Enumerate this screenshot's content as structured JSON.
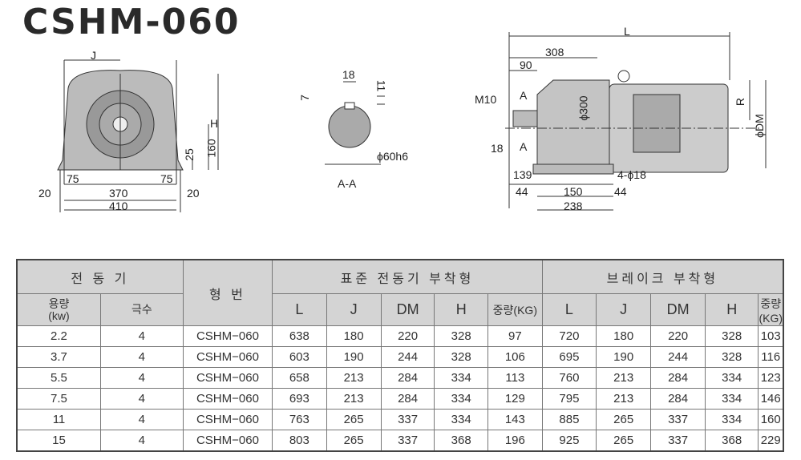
{
  "title": "CSHM-060",
  "front_view": {
    "J": "J",
    "H": "H",
    "h160": "160",
    "h25": "25",
    "w75a": "75",
    "w75b": "75",
    "w20a": "20",
    "w370": "370",
    "w20b": "20",
    "w410": "410"
  },
  "section_view": {
    "w18": "18",
    "h11": "11",
    "h7": "7",
    "dia": "ϕ60h6",
    "label": "A-A"
  },
  "side_view": {
    "L": "L",
    "d308": "308",
    "d90": "90",
    "m10": "M10",
    "a1": "A",
    "a2": "A",
    "d300": "ϕ300",
    "R": "R",
    "DM": "ϕDM",
    "d18": "18",
    "d139": "139",
    "holes": "4-ϕ18",
    "d44a": "44",
    "d150": "150",
    "d44b": "44",
    "d238": "238"
  },
  "table": {
    "group_motor": "전 동 기",
    "col_capacity": "용량\n(kw)",
    "col_capacity_l1": "용량",
    "col_capacity_l2": "(kw)",
    "col_poles": "극수",
    "col_model": "형 번",
    "group_standard": "표준 전동기 부착형",
    "group_brake": "브레이크 부착형",
    "dim_cols": [
      "L",
      "J",
      "DM",
      "H",
      "중량(KG)"
    ],
    "rows": [
      [
        "2.2",
        "4",
        "CSHM−060",
        "638",
        "180",
        "220",
        "328",
        "97",
        "720",
        "180",
        "220",
        "328",
        "103"
      ],
      [
        "3.7",
        "4",
        "CSHM−060",
        "603",
        "190",
        "244",
        "328",
        "106",
        "695",
        "190",
        "244",
        "328",
        "116"
      ],
      [
        "5.5",
        "4",
        "CSHM−060",
        "658",
        "213",
        "284",
        "334",
        "113",
        "760",
        "213",
        "284",
        "334",
        "123"
      ],
      [
        "7.5",
        "4",
        "CSHM−060",
        "693",
        "213",
        "284",
        "334",
        "129",
        "795",
        "213",
        "284",
        "334",
        "146"
      ],
      [
        "11",
        "4",
        "CSHM−060",
        "763",
        "265",
        "337",
        "334",
        "143",
        "885",
        "265",
        "337",
        "334",
        "160"
      ],
      [
        "15",
        "4",
        "CSHM−060",
        "803",
        "265",
        "337",
        "368",
        "196",
        "925",
        "265",
        "337",
        "368",
        "229"
      ]
    ]
  }
}
